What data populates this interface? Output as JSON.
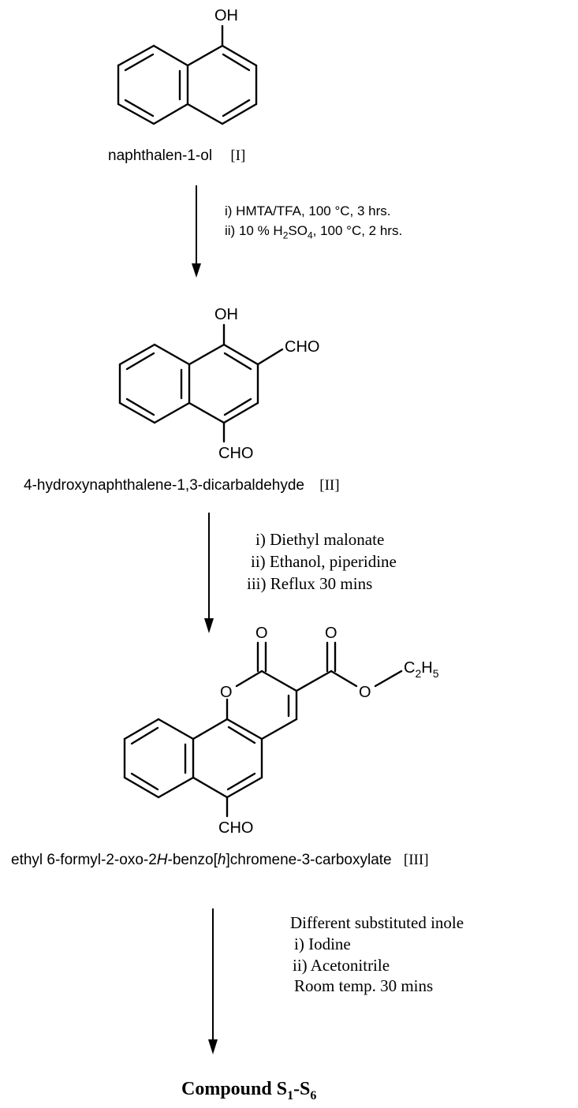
{
  "structure_I": {
    "atoms": {
      "oh": "OH"
    },
    "name": "naphthalen-1-ol",
    "tag": "[I]"
  },
  "step1": {
    "line1": "i) HMTA/TFA, 100 °C, 3 hrs.",
    "line2_pre": "ii) 10 % H",
    "line2_sub1": "2",
    "line2_mid": "SO",
    "line2_sub2": "4",
    "line2_post": ", 100 °C, 2 hrs."
  },
  "structure_II": {
    "atoms": {
      "oh": "OH",
      "cho_top": "CHO",
      "cho_bottom": "CHO"
    },
    "name": "4-hydroxynaphthalene-1,3-dicarbaldehyde",
    "tag": "[II]"
  },
  "step2": {
    "line1": "i) Diethyl malonate",
    "line2": "ii) Ethanol, piperidine",
    "line3": "iii) Reflux 30 mins"
  },
  "structure_III": {
    "atoms": {
      "o_keto1": "O",
      "o_keto2": "O",
      "o_ring": "O",
      "o_ester": "O",
      "ethyl_c": "C",
      "ethyl_sub1": "2",
      "ethyl_h": "H",
      "ethyl_sub2": "5",
      "cho": "CHO"
    },
    "name_pre": "ethyl 6-formyl-2-oxo-2",
    "name_ital1": "H",
    "name_mid": "-benzo[",
    "name_ital2": "h",
    "name_post": "]chromene-3-carboxylate",
    "tag": "[III]"
  },
  "step3": {
    "line1": "Different substituted inole",
    "line2": "i) Iodine",
    "line3": "ii) Acetonitrile",
    "line4": "Room temp. 30 mins"
  },
  "product": {
    "pre": "Compound S",
    "sub1": "1",
    "mid": "-S",
    "sub2": "6"
  }
}
